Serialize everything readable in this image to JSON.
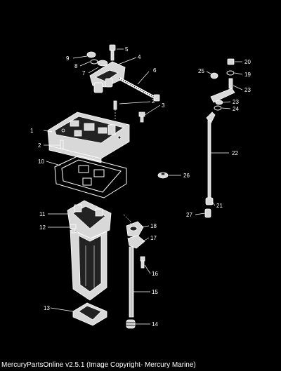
{
  "caption": "MercuryPartsOnline v2.5.1 (Image Copyright- Mercury Marine)",
  "callouts": [
    "1",
    "2",
    "2",
    "3",
    "4",
    "5",
    "6",
    "7",
    "8",
    "9",
    "10",
    "11",
    "12",
    "13",
    "14",
    "15",
    "16",
    "17",
    "18",
    "19",
    "20",
    "21",
    "22",
    "23",
    "23",
    "24",
    "25",
    "26",
    "27"
  ]
}
